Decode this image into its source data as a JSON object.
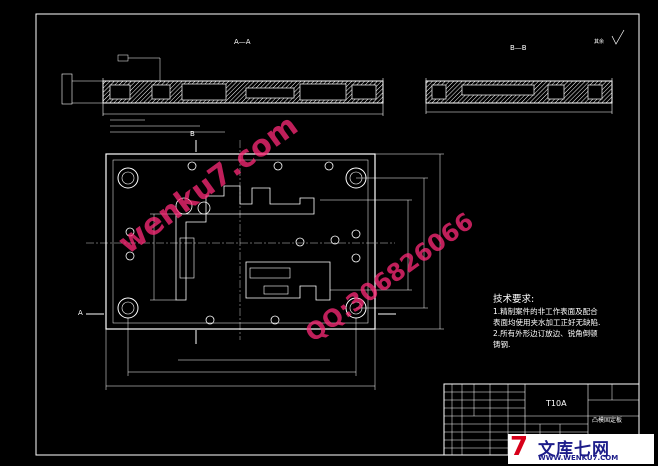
{
  "drawing": {
    "section_aa": "A—A",
    "section_bb": "B—B",
    "view_label_a": "A",
    "view_label_b": "B",
    "roughness_note": "其余",
    "tech_title": "技术要求:",
    "tech_line1": "1.精制案件的非工作表面及配合",
    "tech_line2": "表面均使用夹水加工正好无缺陷.",
    "tech_line3": "2.所有外形边订放边、锐角倒顿",
    "tech_line4": "铸钢.",
    "material": "T10A",
    "part_name": "凸模固定板"
  },
  "watermark": {
    "site": "wenku7.com",
    "qq": "QQ:306826066"
  },
  "logo": {
    "cn_text": "文库七网",
    "url": "WWW.WENKU7.COM",
    "seven": "7"
  }
}
